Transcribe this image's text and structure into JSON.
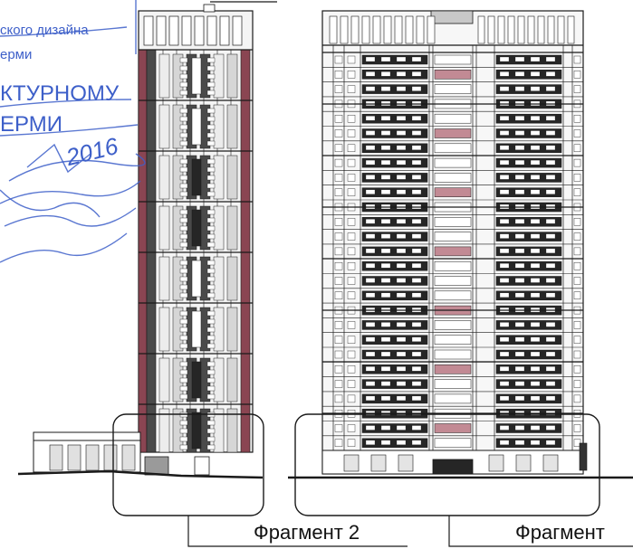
{
  "stamp": {
    "line1": "ского дизайна",
    "line2": "ерми",
    "line3": "КТУРНОМУ",
    "line4": "ЕРМИ",
    "handwriting": "2016",
    "color": "#3d5fc9"
  },
  "labels": {
    "fragment2": "Фрагмент 2",
    "fragment_right": "Фрагмент"
  },
  "colors": {
    "line": "#1a1a1a",
    "accent_maroon": "#8a4552",
    "dark_panel": "#4a4a4a",
    "window_dark": "#262626",
    "balcony_pink": "#c28a94",
    "light_panel": "#d6d6d6"
  }
}
